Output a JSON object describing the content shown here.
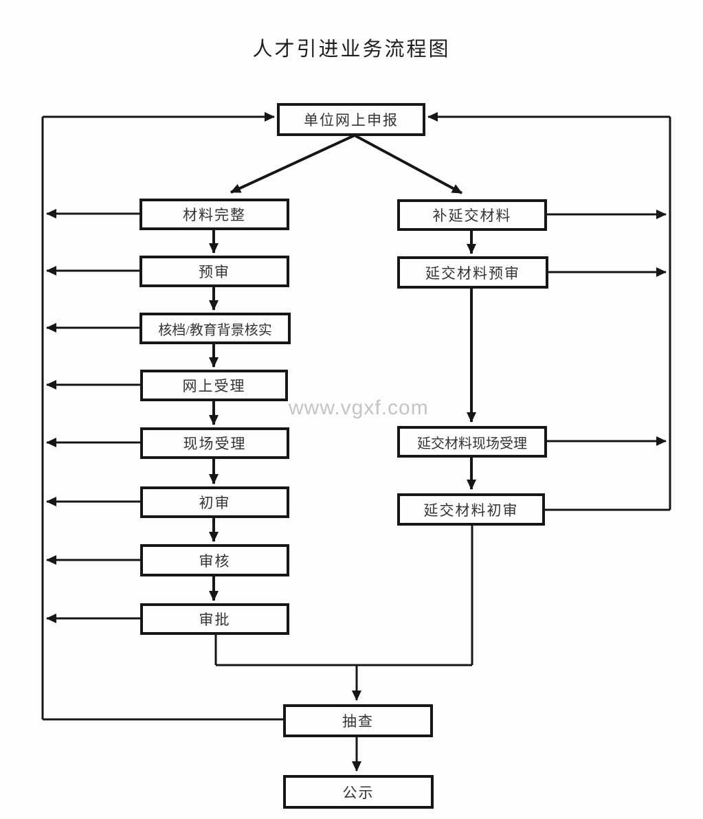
{
  "title": "人才引进业务流程图",
  "watermark": "www.vgxf.com",
  "colors": {
    "line": "#161616",
    "box_border": "#161616",
    "text": "#333333",
    "watermark": "#c4c4c4",
    "background": "#fdfdfd"
  },
  "nodes": {
    "top": {
      "label": "单位网上申报"
    },
    "left_column": [
      {
        "label": "材料完整"
      },
      {
        "label": "预审"
      },
      {
        "label": "核档/教育背景核实"
      },
      {
        "label": "网上受理"
      },
      {
        "label": "现场受理"
      },
      {
        "label": "初审"
      },
      {
        "label": "审核"
      },
      {
        "label": "审批"
      }
    ],
    "right_column": [
      {
        "label": "补延交材料"
      },
      {
        "label": "延交材料预审"
      },
      {
        "label": "延交材料现场受理"
      },
      {
        "label": "延交材料初审"
      }
    ],
    "bottom": [
      {
        "label": "抽查"
      },
      {
        "label": "公示"
      }
    ]
  },
  "edges": [
    "单位网上申报 → 材料完整",
    "单位网上申报 → 补延交材料",
    "材料完整 → 预审",
    "预审 → 核档/教育背景核实",
    "核档/教育背景核实 → 网上受理",
    "网上受理 → 现场受理",
    "现场受理 → 初审",
    "初审 → 审核",
    "审核 → 审批",
    "补延交材料 → 延交材料预审",
    "延交材料预审 → 延交材料现场受理",
    "延交材料现场受理 → 延交材料初审",
    "审批 → 抽查",
    "延交材料初审 → 抽查",
    "抽查 → 公示",
    "左列各环节 → 左侧回退线 → 单位网上申报",
    "右列各环节 → 右侧回退线 → 单位网上申报"
  ]
}
